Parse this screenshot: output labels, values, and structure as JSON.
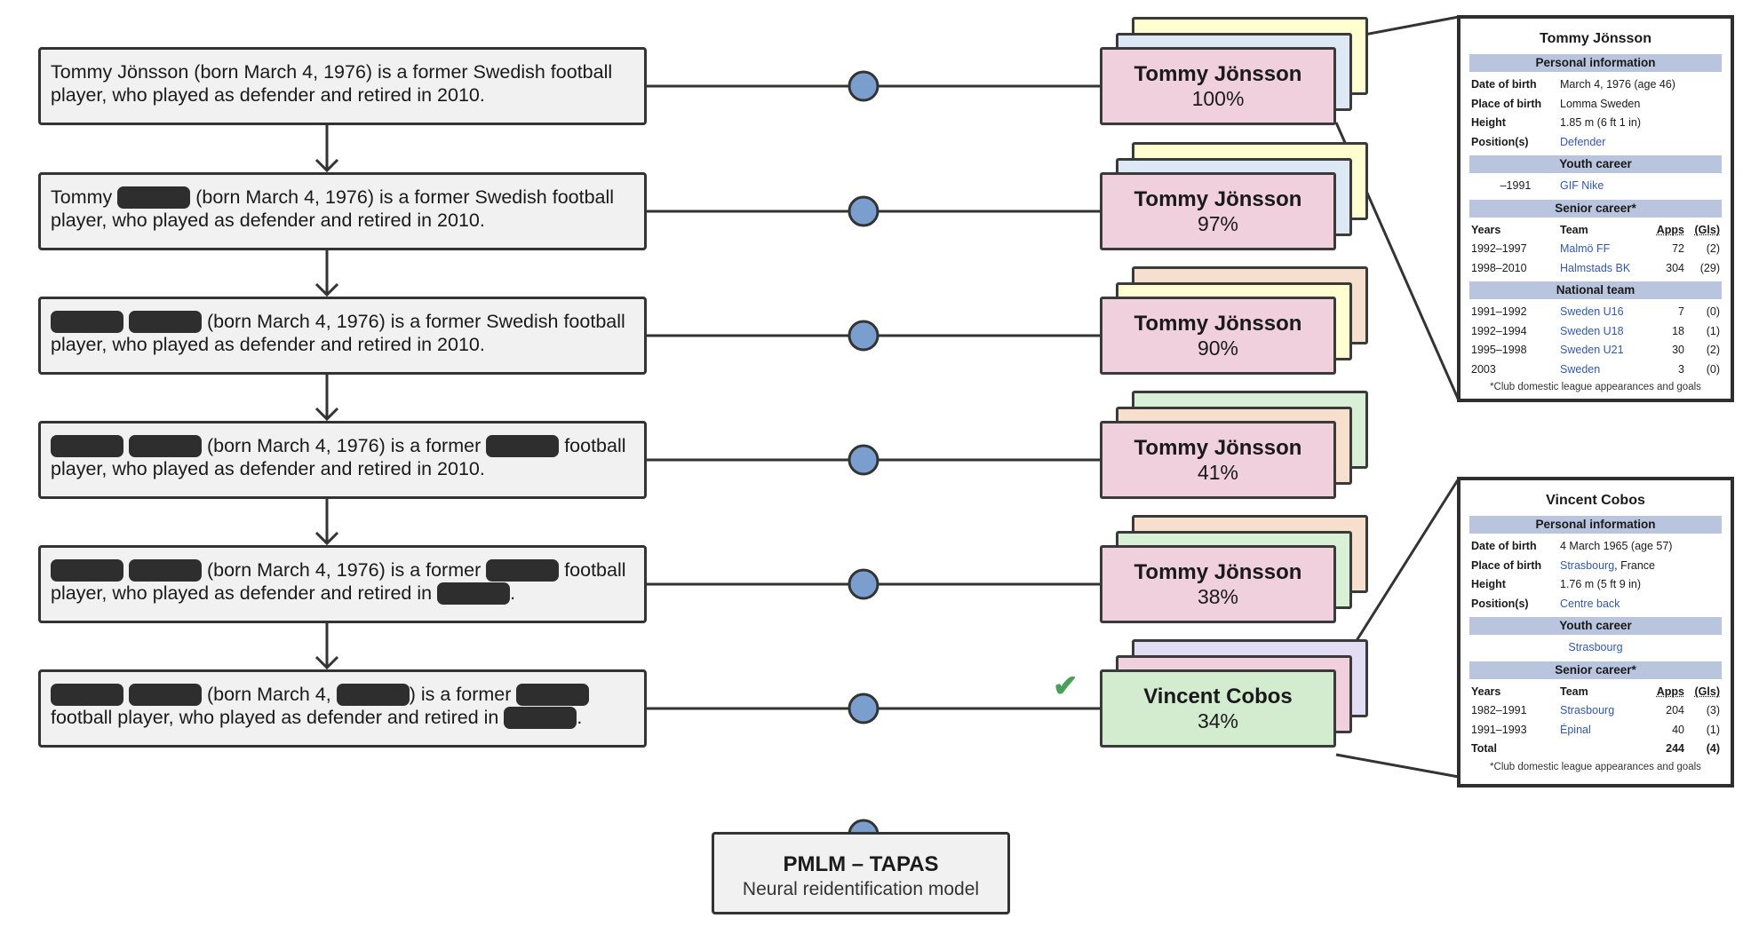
{
  "sentences": [
    {
      "lines": [
        [
          {
            "t": "Tommy Jönsson (born March 4, 1976)  is a former Swedish football"
          }
        ],
        [
          {
            "t": "player, who played as defender and retired in 2010."
          }
        ]
      ]
    },
    {
      "lines": [
        [
          {
            "t": "Tommy "
          },
          {
            "mask": true
          },
          {
            "t": " (born March 4, 1976)  is a former Swedish football"
          }
        ],
        [
          {
            "t": "player, who played as defender and retired in 2010."
          }
        ]
      ]
    },
    {
      "lines": [
        [
          {
            "mask": true
          },
          {
            "t": " "
          },
          {
            "mask": true
          },
          {
            "t": " (born March 4, 1976)  is a former Swedish football"
          }
        ],
        [
          {
            "t": "player, who played as defender and retired in 2010."
          }
        ]
      ]
    },
    {
      "lines": [
        [
          {
            "mask": true
          },
          {
            "t": " "
          },
          {
            "mask": true
          },
          {
            "t": " (born March 4, 1976)  is a former "
          },
          {
            "mask": true
          },
          {
            "t": " football"
          }
        ],
        [
          {
            "t": "player, who played as defender and retired in 2010."
          }
        ]
      ]
    },
    {
      "lines": [
        [
          {
            "mask": true
          },
          {
            "t": " "
          },
          {
            "mask": true
          },
          {
            "t": " (born March 4, 1976)  is a former "
          },
          {
            "mask": true
          },
          {
            "t": " football"
          }
        ],
        [
          {
            "t": "player, who played as defender and retired in "
          },
          {
            "mask": true
          },
          {
            "t": "."
          }
        ]
      ]
    },
    {
      "lines": [
        [
          {
            "mask": true
          },
          {
            "t": " "
          },
          {
            "mask": true
          },
          {
            "t": " (born March 4, "
          },
          {
            "mask": true
          },
          {
            "t": ")  is a former "
          },
          {
            "mask": true
          }
        ],
        [
          {
            "t": "football player, who played as defender and retired in "
          },
          {
            "mask": true
          },
          {
            "t": "."
          }
        ]
      ]
    }
  ],
  "predictions": [
    {
      "name": "Tommy Jönsson",
      "pct": "100%",
      "color": "pink",
      "back": [
        "ylw",
        "blue"
      ]
    },
    {
      "name": "Tommy Jönsson",
      "pct": "97%",
      "color": "pink",
      "back": [
        "ylw",
        "blue"
      ]
    },
    {
      "name": "Tommy Jönsson",
      "pct": "90%",
      "color": "pink",
      "back": [
        "peach",
        "ylw"
      ]
    },
    {
      "name": "Tommy Jönsson",
      "pct": "41%",
      "color": "pink",
      "back": [
        "lgreen",
        "peach"
      ]
    },
    {
      "name": "Tommy Jönsson",
      "pct": "38%",
      "color": "pink",
      "back": [
        "peach",
        "lgreen"
      ]
    },
    {
      "name": "Vincent Cobos",
      "pct": "34%",
      "color": "green",
      "back": [
        "purple",
        "pink"
      ],
      "check": true
    }
  ],
  "check_mark": "✔",
  "model": {
    "title": "PMLM – TAPAS",
    "subtitle": "Neural reidentification model"
  },
  "infobox1": {
    "title": "Tommy Jönsson",
    "personal_header": "Personal information",
    "personal": [
      {
        "label": "Date of birth",
        "value": "March 4, 1976 (age 46)"
      },
      {
        "label": "Place of birth",
        "value": "Lomma Sweden"
      },
      {
        "label": "Height",
        "value": "1.85 m (6 ft 1 in)"
      },
      {
        "label": "Position(s)",
        "value": "Defender",
        "link": true
      }
    ],
    "youth_header": "Youth career",
    "youth": [
      {
        "years": "–1991",
        "team": "GIF Nike"
      }
    ],
    "senior_header": "Senior career*",
    "cols": {
      "years": "Years",
      "team": "Team",
      "apps": "Apps",
      "gls": "(Gls)"
    },
    "senior": [
      {
        "years": "1992–1997",
        "team": "Malmö FF",
        "apps": "72",
        "gls": "(2)"
      },
      {
        "years": "1998–2010",
        "team": "Halmstads BK",
        "apps": "304",
        "gls": "(29)"
      }
    ],
    "national_header": "National team",
    "national": [
      {
        "years": "1991–1992",
        "team": "Sweden U16",
        "apps": "7",
        "gls": "(0)"
      },
      {
        "years": "1992–1994",
        "team": "Sweden U18",
        "apps": "18",
        "gls": "(1)"
      },
      {
        "years": "1995–1998",
        "team": "Sweden U21",
        "apps": "30",
        "gls": "(2)"
      },
      {
        "years": "2003",
        "team": "Sweden",
        "apps": "3",
        "gls": "(0)"
      }
    ],
    "footnote": "*Club domestic league appearances and goals"
  },
  "infobox2": {
    "title": "Vincent Cobos",
    "personal_header": "Personal information",
    "personal": [
      {
        "label": "Date of birth",
        "value": "4 March 1965 (age 57)"
      },
      {
        "label": "Place of birth",
        "value": "Strasbourg",
        "link": true,
        "suffix": ", France"
      },
      {
        "label": "Height",
        "value": "1.76 m (5 ft 9 in)"
      },
      {
        "label": "Position(s)",
        "value": "Centre back",
        "link": true
      }
    ],
    "youth_header": "Youth career",
    "youth_team": "Strasbourg",
    "senior_header": "Senior career*",
    "cols": {
      "years": "Years",
      "team": "Team",
      "apps": "Apps",
      "gls": "(Gls)"
    },
    "senior": [
      {
        "years": "1982–1991",
        "team": "Strasbourg",
        "apps": "204",
        "gls": "(3)"
      },
      {
        "years": "1991–1993",
        "team": "Épinal",
        "apps": "40",
        "gls": "(1)"
      }
    ],
    "total": {
      "label": "Total",
      "apps": "244",
      "gls": "(4)"
    },
    "footnote": "*Club domestic league appearances and goals"
  },
  "colors": {
    "node": "#7a9fcf",
    "line": "#333333",
    "text_box": "#f1f1f1",
    "mask": "#2e2e2e",
    "pink": "#f0d0dc",
    "green": "#d3ecd0",
    "check": "#48a05a",
    "infobox_header": "#b9c5de",
    "link": "#3358a8"
  }
}
